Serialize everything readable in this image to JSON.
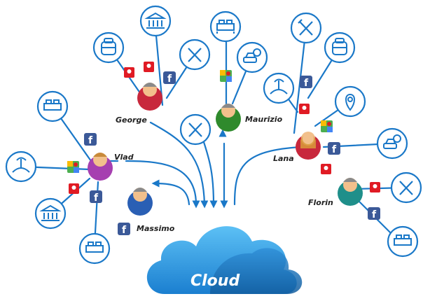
{
  "cloud": {
    "label": "Cloud"
  },
  "users": [
    {
      "id": "george",
      "name": "George",
      "shirt": "#c8283c"
    },
    {
      "id": "maurizio",
      "name": "Maurizio",
      "shirt": "#2f8a2c"
    },
    {
      "id": "vlad",
      "name": "Vlad",
      "shirt": "#a63fb0"
    },
    {
      "id": "massimo",
      "name": "Massimo",
      "shirt": "#2a5fb4"
    },
    {
      "id": "lana",
      "name": "Lana",
      "shirt": "#c8283c"
    },
    {
      "id": "florin",
      "name": "Florin",
      "shirt": "#1f8f8a"
    }
  ],
  "colors": {
    "line": "#1a78c8",
    "node_ring": "#1a78c8",
    "cloud_light": "#3aa6ea",
    "cloud_dark": "#1a6fb8",
    "badge_fb": "#3b5998",
    "badge_pin": "#e01b24"
  },
  "icons": [
    "bed-icon",
    "museum-icon",
    "backpack-icon",
    "restaurant-icon",
    "car-clock-icon",
    "beach-icon",
    "location-pin-icon",
    "facebook-icon",
    "google-maps-icon",
    "map-pin-icon"
  ]
}
